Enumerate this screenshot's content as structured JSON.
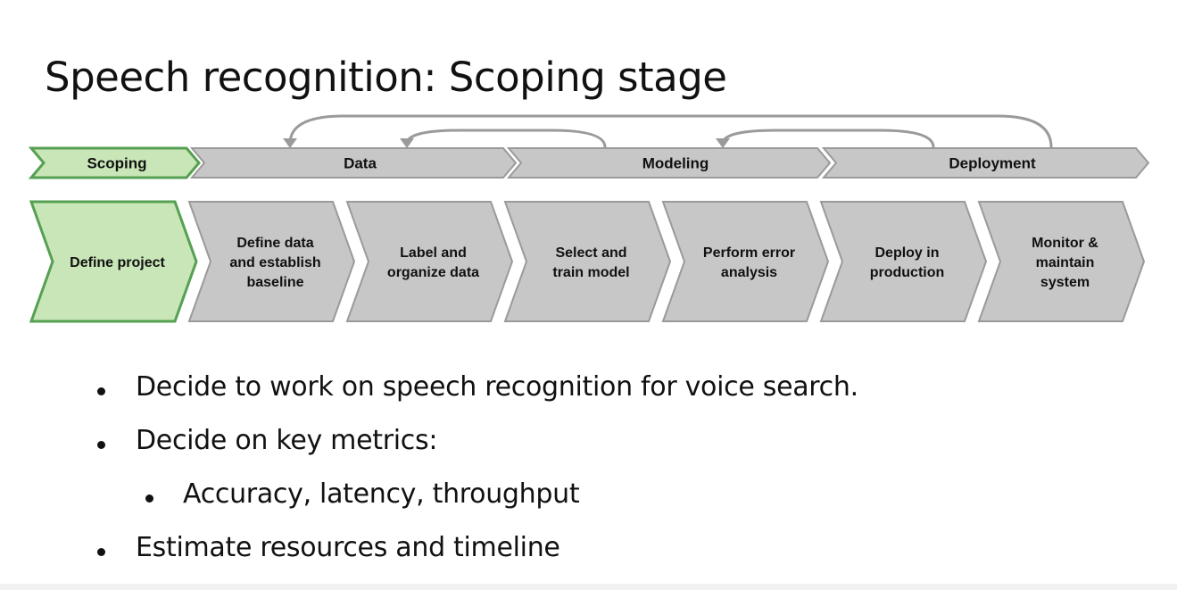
{
  "title": "Speech recognition: Scoping stage",
  "colors": {
    "active_fill": "#c9e6b8",
    "active_stroke": "#55a052",
    "inactive_fill": "#c7c7c7",
    "inactive_stroke": "#9a9a9a",
    "arrow": "#9a9a9a"
  },
  "phases": [
    {
      "label": "Scoping",
      "active": true
    },
    {
      "label": "Data",
      "active": false
    },
    {
      "label": "Modeling",
      "active": false
    },
    {
      "label": "Deployment",
      "active": false
    }
  ],
  "steps": [
    {
      "lines": [
        "Define project"
      ],
      "active": true
    },
    {
      "lines": [
        "Define data",
        "and establish",
        "baseline"
      ],
      "active": false
    },
    {
      "lines": [
        "Label and",
        "organize data"
      ],
      "active": false
    },
    {
      "lines": [
        "Select and",
        "train model"
      ],
      "active": false
    },
    {
      "lines": [
        "Perform error",
        "analysis"
      ],
      "active": false
    },
    {
      "lines": [
        "Deploy in",
        "production"
      ],
      "active": false
    },
    {
      "lines": [
        "Monitor &",
        "maintain",
        "system"
      ],
      "active": false
    }
  ],
  "bullets": [
    {
      "text": "Decide to work on speech recognition for voice search.",
      "level": 1
    },
    {
      "text": "Decide on key metrics:",
      "level": 1
    },
    {
      "text": "Accuracy, latency, throughput",
      "level": 2
    },
    {
      "text": "Estimate resources and timeline",
      "level": 1
    }
  ]
}
